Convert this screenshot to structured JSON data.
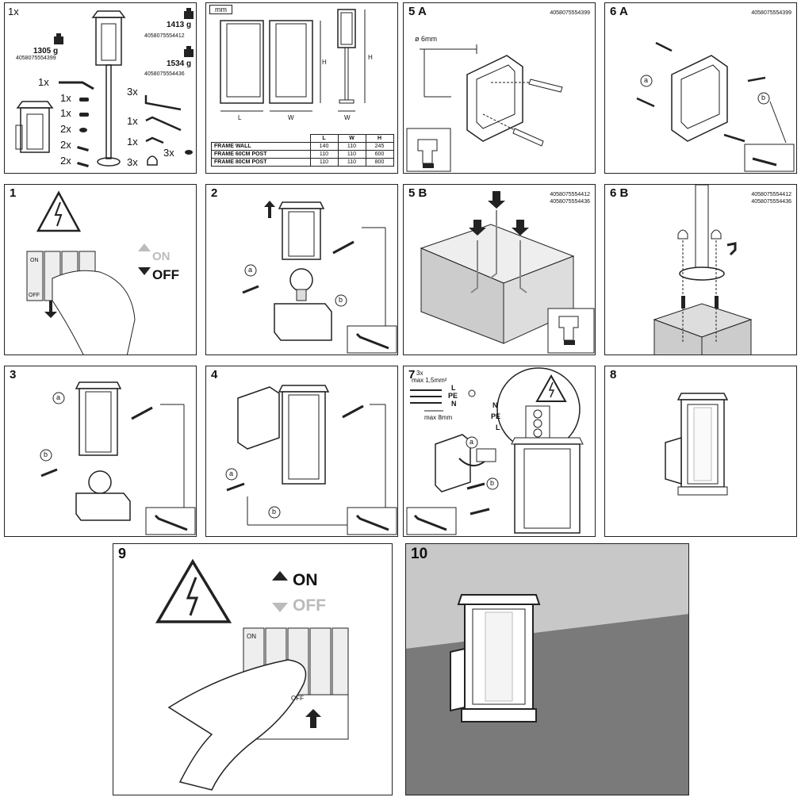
{
  "panel_parts": {
    "qty_1x": "1x",
    "weight_1": "1305 g",
    "code_1": "4058075554399",
    "weight_2": "1413 g",
    "code_2": "4058075554412",
    "weight_3": "1534 g",
    "code_3": "4058075554436",
    "list_left": [
      "1x",
      "1x",
      "1x",
      "2x",
      "2x",
      "2x"
    ],
    "list_right": [
      "3x",
      "1x",
      "1x",
      "3x",
      "3x"
    ]
  },
  "panel_dims": {
    "unit": "mm",
    "h1": "H",
    "h2": "H",
    "l": "L",
    "w1": "W",
    "w2": "W",
    "table_headers": [
      "",
      "L",
      "W",
      "H"
    ],
    "table_rows": [
      [
        "FRAME WALL",
        "140",
        "110",
        "245"
      ],
      [
        "FRAME 60CM POST",
        "110",
        "110",
        "600"
      ],
      [
        "FRAME 80CM POST",
        "110",
        "110",
        "800"
      ]
    ]
  },
  "panel_5a": {
    "step": "5 A",
    "code": "4058075554399",
    "drill": "ø 6mm"
  },
  "panel_6a": {
    "step": "6 A",
    "code": "4058075554399",
    "a": "a",
    "b": "b"
  },
  "panel_1": {
    "step": "1",
    "on": "ON",
    "off": "OFF",
    "sw_on": "ON",
    "sw_off": "OFF"
  },
  "panel_2": {
    "step": "2",
    "a": "a",
    "b": "b"
  },
  "panel_5b": {
    "step": "5 B",
    "code1": "4058075554412",
    "code2": "4058075554436"
  },
  "panel_6b": {
    "step": "6 B",
    "code1": "4058075554412",
    "code2": "4058075554436"
  },
  "panel_3": {
    "step": "3",
    "a": "a",
    "b": "b"
  },
  "panel_4": {
    "step": "4",
    "a": "a",
    "b": "b"
  },
  "panel_7": {
    "step": "7",
    "qty": "3x",
    "wire": "max 1,5mm²",
    "l": "L",
    "pe": "PE",
    "n": "N",
    "strip": "max 8mm",
    "n2": "N",
    "pe2": "PE",
    "l2": "L",
    "a": "a",
    "b": "b"
  },
  "panel_8": {
    "step": "8"
  },
  "panel_9": {
    "step": "9",
    "on": "ON",
    "off": "OFF",
    "sw_on": "ON",
    "sw_off": "OFF"
  },
  "panel_10": {
    "step": "10"
  }
}
